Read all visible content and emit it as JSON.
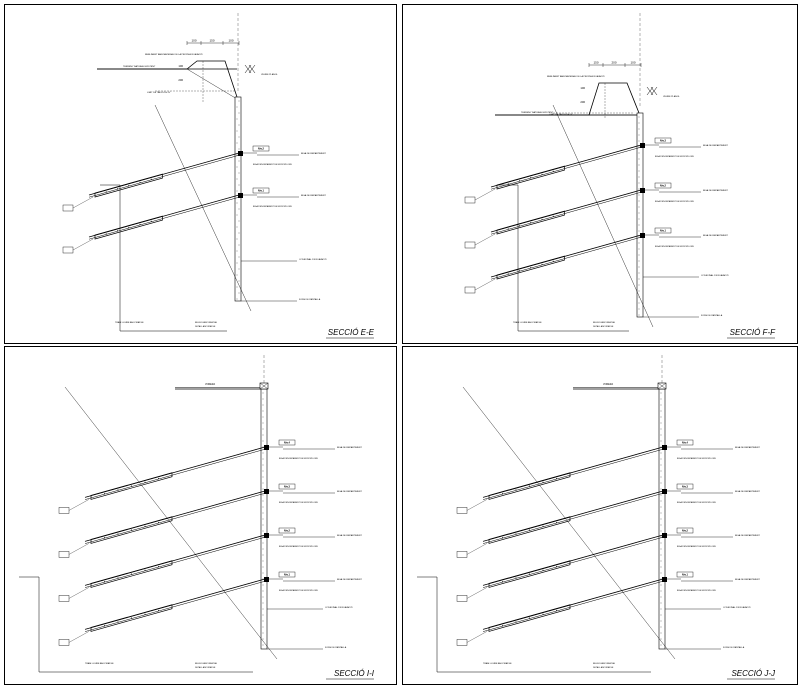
{
  "drawing": {
    "panels": [
      {
        "id": "E-E",
        "title": "SECCIÓ E-E",
        "has_berm": true,
        "anchors": 2,
        "dims": [
          "100",
          "150",
          "100"
        ],
        "heights": [
          "100",
          "200"
        ],
        "level_labels": [
          "Niv.2",
          "Niv.1"
        ],
        "notes": {
          "terreny": "TERRENY NATURAL EXISTENT",
          "berma": "REBLIMENT AMB MATERIAL DE LA PROPIA EXCAVACIÓ",
          "talus": "LIMIT DE TALUS 1H:1V",
          "ref": "VEURE PLÀNOL",
          "anc": "BIGA D'ENCEPAMENT DE MICROPILONS",
          "cap": "BIGA DE REPARTIMENT",
          "base": "COTA FINAL D'EXCAVACIÓ",
          "fons": "FONS DE PANTALLA",
          "bulb_l": "BULB D'ANCORATGE",
          "bulb_b": "TRAM LLIURE ANCORATGE",
          "bulb_c": "DETALL ANCORATGE"
        }
      },
      {
        "id": "F-F",
        "title": "SECCIÓ F-F",
        "has_berm": true,
        "anchors": 3,
        "dims": [
          "150",
          "200",
          "100"
        ],
        "heights": [
          "100",
          "200"
        ],
        "level_labels": [
          "Niv.3",
          "Niv.2",
          "Niv.1"
        ],
        "notes": {
          "terreny": "TERRENY NATURAL EXISTENT",
          "berma": "REBLIMENT AMB MATERIAL DE LA PROPIA EXCAVACIÓ",
          "talus": "LIMIT DE TALUS 1H:1V",
          "ref": "VEURE PLÀNOL",
          "anc": "BIGA D'ENCEPAMENT DE MICROPILONS",
          "cap": "BIGA DE REPARTIMENT",
          "base": "COTA FINAL D'EXCAVACIÓ",
          "fons": "FONS DE PANTALLA",
          "bulb_l": "BULB D'ANCORATGE",
          "bulb_b": "TRAM LLIURE ANCORATGE",
          "bulb_c": "DETALL ANCORATGE"
        }
      },
      {
        "id": "I-I",
        "title": "SECCIÓ I-I",
        "has_berm": false,
        "anchors": 4,
        "dims": [],
        "heights": [],
        "level_labels": [
          "Niv.4",
          "Niv.3",
          "Niv.2",
          "Niv.1"
        ],
        "notes": {
          "terreny": "VORERA",
          "berma": "",
          "talus": "",
          "ref": "",
          "anc": "BIGA D'ENCEPAMENT DE MICROPILONS",
          "cap": "BIGA DE REPARTIMENT",
          "base": "COTA FINAL D'EXCAVACIÓ",
          "fons": "FONS DE PANTALLA",
          "bulb_l": "BULB D'ANCORATGE",
          "bulb_b": "TRAM LLIURE ANCORATGE",
          "bulb_c": "DETALL ANCORATGE"
        }
      },
      {
        "id": "J-J",
        "title": "SECCIÓ J-J",
        "has_berm": false,
        "anchors": 4,
        "dims": [],
        "heights": [],
        "level_labels": [
          "Niv.4",
          "Niv.3",
          "Niv.2",
          "Niv.1"
        ],
        "notes": {
          "terreny": "VORERA",
          "berma": "",
          "talus": "",
          "ref": "",
          "anc": "BIGA D'ENCEPAMENT DE MICROPILONS",
          "cap": "BIGA DE REPARTIMENT",
          "base": "COTA FINAL D'EXCAVACIÓ",
          "fons": "FONS DE PANTALLA",
          "bulb_l": "BULB D'ANCORATGE",
          "bulb_b": "TRAM LLIURE ANCORATGE",
          "bulb_c": "DETALL ANCORATGE"
        }
      }
    ]
  }
}
